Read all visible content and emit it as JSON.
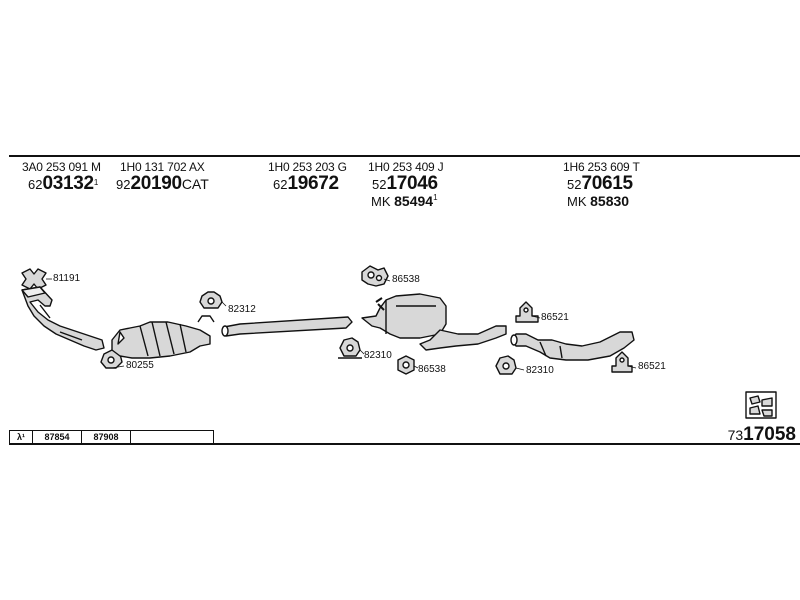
{
  "parts": [
    {
      "oe": "3A0 253 091 M",
      "pn_prefix": "62",
      "pn_main": "03132",
      "pn_suffix": "",
      "pn_sup": "1",
      "mk": "",
      "mk_sup": ""
    },
    {
      "oe": "1H0 131 702 AX",
      "pn_prefix": "92",
      "pn_main": "20190",
      "pn_suffix": "CAT",
      "pn_sup": "",
      "mk": "",
      "mk_sup": ""
    },
    {
      "oe": "1H0 253 203 G",
      "pn_prefix": "62",
      "pn_main": "19672",
      "pn_suffix": "",
      "pn_sup": "",
      "mk": "",
      "mk_sup": ""
    },
    {
      "oe": "1H0 253 409 J",
      "pn_prefix": "52",
      "pn_main": "17046",
      "pn_suffix": "",
      "pn_sup": "",
      "mk_prefix": "MK",
      "mk": "85494",
      "mk_sup": "1"
    },
    {
      "oe": "1H6 253 609 T",
      "pn_prefix": "52",
      "pn_main": "70615",
      "pn_suffix": "",
      "pn_sup": "",
      "mk_prefix": "MK",
      "mk": "85830",
      "mk_sup": ""
    }
  ],
  "accessory_labels": {
    "gasket_front": "81191",
    "gasket_cat": "80255",
    "clamp_1": "82312",
    "clamp_2": "82310",
    "clamp_3": "82310",
    "hanger_top": "86538",
    "hanger_bottom": "86538",
    "rubber_1": "86521",
    "rubber_2": "86521"
  },
  "footer_table": {
    "cells": [
      "λ¹",
      "87854",
      "87908",
      ""
    ]
  },
  "total_set": {
    "prefix": "73",
    "main": "17058"
  },
  "colors": {
    "ink": "#111111",
    "background": "#ffffff",
    "part_fill": "#d8d8d8"
  }
}
